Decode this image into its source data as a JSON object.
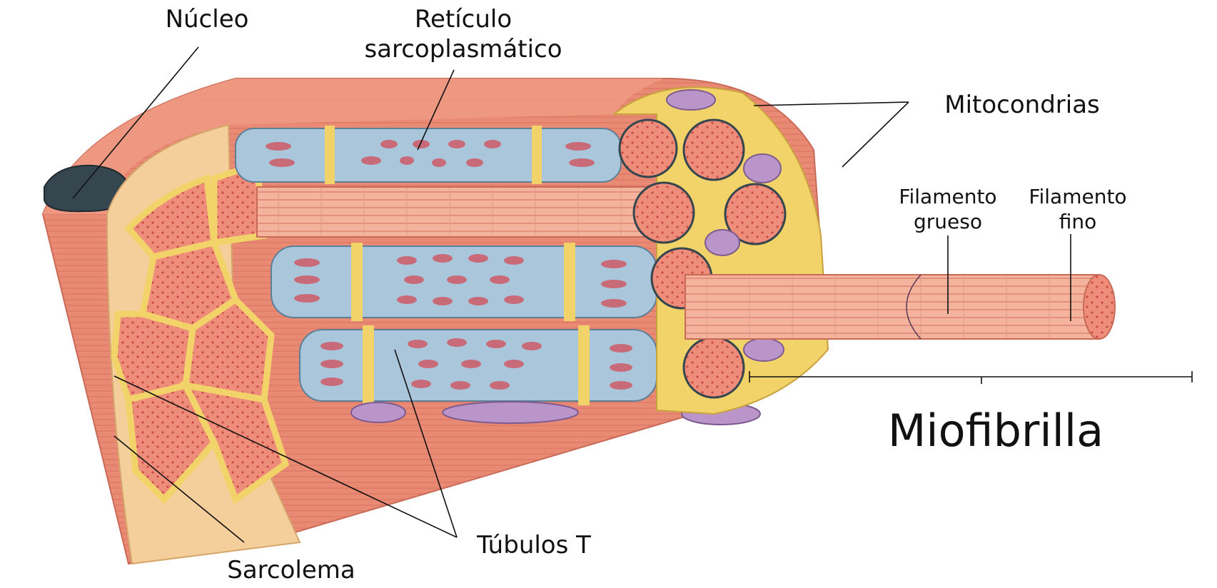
{
  "labels": {
    "nucleo": "Núcleo",
    "reticulo_1": "Retículo",
    "reticulo_2": "sarcoplasmático",
    "mitocondrias": "Mitocondrias",
    "filamento_grueso_1": "Filamento",
    "filamento_grueso_2": "grueso",
    "filamento_fino_1": "Filamento",
    "filamento_fino_2": "fino",
    "miofibrilla": "Miofibrilla",
    "tubulos_t": "Túbulos T",
    "sarcolema": "Sarcolema"
  },
  "colors": {
    "fiber_outer": "#e98a74",
    "fiber_outer_light": "#f3a793",
    "sarcolema": "#f4cf9c",
    "t_tubule": "#f1d36a",
    "reticulum": "#a9c6db",
    "reticulum_pore": "#c96a78",
    "myofibril": "#ee8e7a",
    "myofibril_dots": "#c84b45",
    "mitochondria": "#b995c9",
    "nucleus": "#36464f"
  }
}
